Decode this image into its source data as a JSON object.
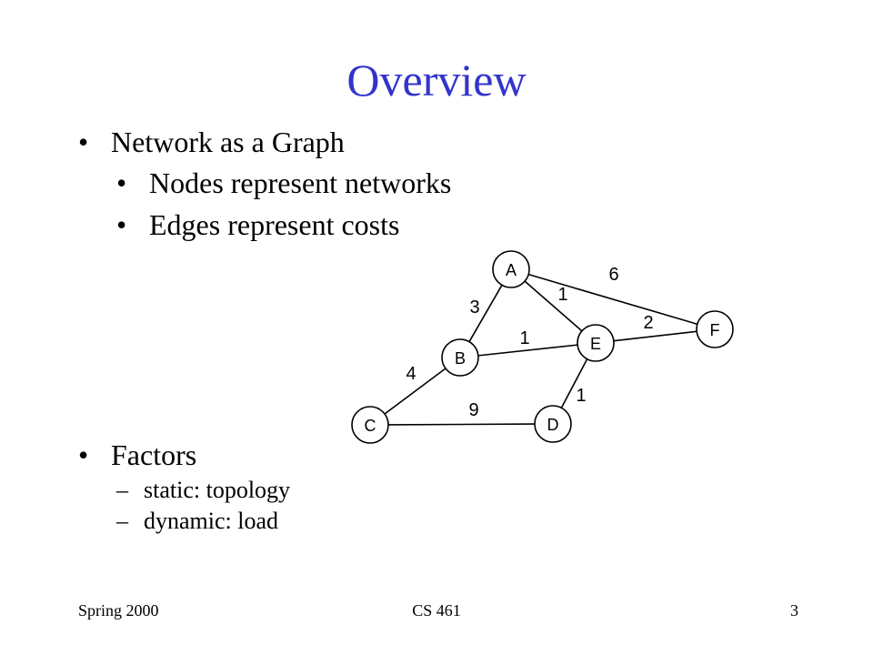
{
  "slide": {
    "title": "Overview",
    "title_color": "#3333cc",
    "bullets": [
      {
        "text": "Network as a Graph"
      },
      {
        "text": "Nodes represent networks"
      },
      {
        "text": "Edges represent costs"
      },
      {
        "text": "Factors"
      }
    ],
    "sub_bullets": [
      {
        "text": "static: topology"
      },
      {
        "text": "dynamic: load"
      }
    ],
    "bullet_glyph": "•",
    "dash_glyph": "–"
  },
  "graph": {
    "nodes": [
      {
        "id": "A",
        "label": "A"
      },
      {
        "id": "B",
        "label": "B"
      },
      {
        "id": "C",
        "label": "C"
      },
      {
        "id": "D",
        "label": "D"
      },
      {
        "id": "E",
        "label": "E"
      },
      {
        "id": "F",
        "label": "F"
      }
    ],
    "edges": [
      {
        "from": "A",
        "to": "B",
        "weight": "3"
      },
      {
        "from": "A",
        "to": "E",
        "weight": "1"
      },
      {
        "from": "A",
        "to": "F",
        "weight": "6"
      },
      {
        "from": "B",
        "to": "E",
        "weight": "1"
      },
      {
        "from": "E",
        "to": "F",
        "weight": "2"
      },
      {
        "from": "B",
        "to": "C",
        "weight": "4"
      },
      {
        "from": "C",
        "to": "D",
        "weight": "9"
      },
      {
        "from": "D",
        "to": "E",
        "weight": "1"
      }
    ]
  },
  "footer": {
    "left": "Spring 2000",
    "center": "CS 461",
    "right": "3"
  }
}
